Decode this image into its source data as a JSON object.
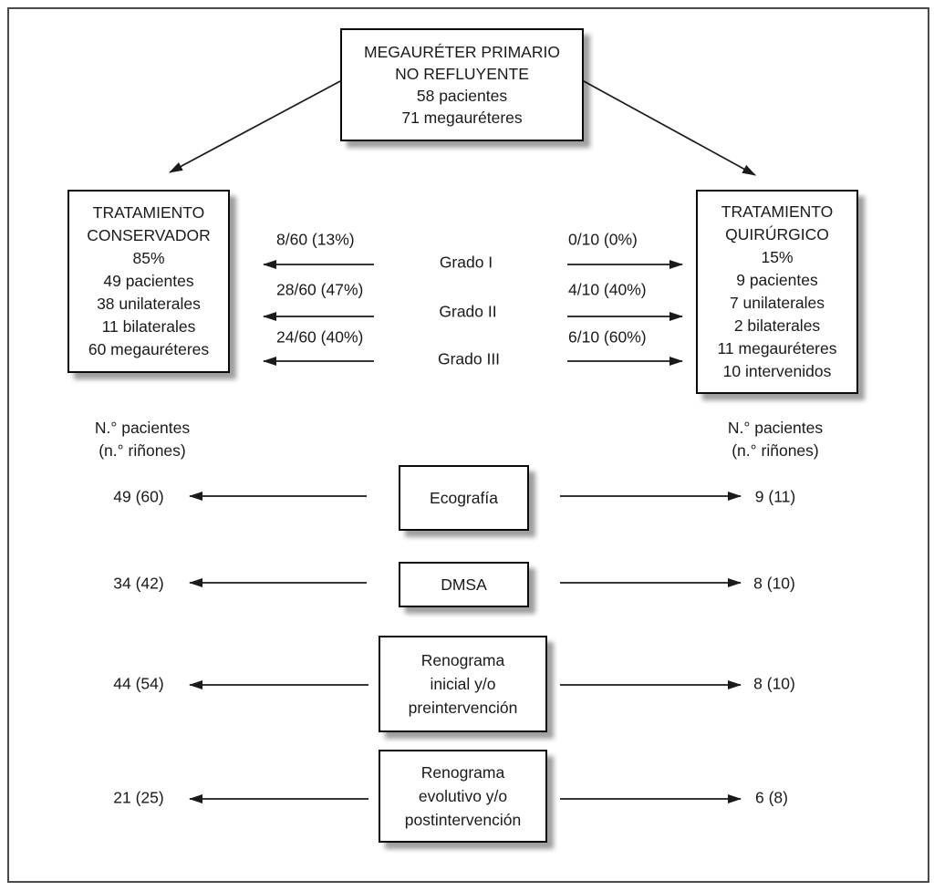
{
  "figure": {
    "language": "es",
    "topic": "Megauréter primario no refluyente — algoritmo de tratamiento y seguimiento"
  },
  "root_box": {
    "lines": [
      "MEGAURÉTER PRIMARIO",
      "NO REFLUYENTE",
      "58 pacientes",
      "71 megauréteres"
    ]
  },
  "conservador_box": {
    "lines": [
      "TRATAMIENTO",
      "CONSERVADOR",
      "85%",
      "49 pacientes",
      "38 unilaterales",
      "11 bilaterales",
      "60 megauréteres"
    ]
  },
  "quirurgico_box": {
    "lines": [
      "TRATAMIENTO",
      "QUIRÚRGICO",
      "15%",
      "9 pacientes",
      "7 unilaterales",
      "2 bilaterales",
      "11 megauréteres",
      "10 intervenidos"
    ]
  },
  "grades": [
    {
      "label": "Grado I",
      "to_conservador": "8/60 (13%)",
      "to_quirurgico": "0/10 (0%)"
    },
    {
      "label": "Grado II",
      "to_conservador": "28/60 (47%)",
      "to_quirurgico": "4/10 (40%)"
    },
    {
      "label": "Grado III",
      "to_conservador": "24/60 (40%)",
      "to_quirurgico": "6/10 (60%)"
    }
  ],
  "column_headers": {
    "left": {
      "line1": "N.° pacientes",
      "line2": "(n.° riñones)"
    },
    "right": {
      "line1": "N.° pacientes",
      "line2": "(n.° riñones)"
    }
  },
  "followup_tests": [
    {
      "name_lines": [
        "Ecografía"
      ],
      "conservador": "49 (60)",
      "quirurgico": "9 (11)"
    },
    {
      "name_lines": [
        "DMSA"
      ],
      "conservador": "34 (42)",
      "quirurgico": "8 (10)"
    },
    {
      "name_lines": [
        "Renograma",
        "inicial y/o",
        "preintervención"
      ],
      "conservador": "44 (54)",
      "quirurgico": "8 (10)"
    },
    {
      "name_lines": [
        "Renograma",
        "evolutivo y/o",
        "postintervención"
      ],
      "conservador": "21 (25)",
      "quirurgico": "6 (8)"
    }
  ],
  "colors": {
    "background": "#ffffff",
    "text": "#1a1a1a",
    "box_border": "#0a0a0a",
    "frame_border": "#4a4a4a",
    "arrow": "#1a1a1a",
    "shadow": "rgba(0,0,0,0.38)"
  }
}
